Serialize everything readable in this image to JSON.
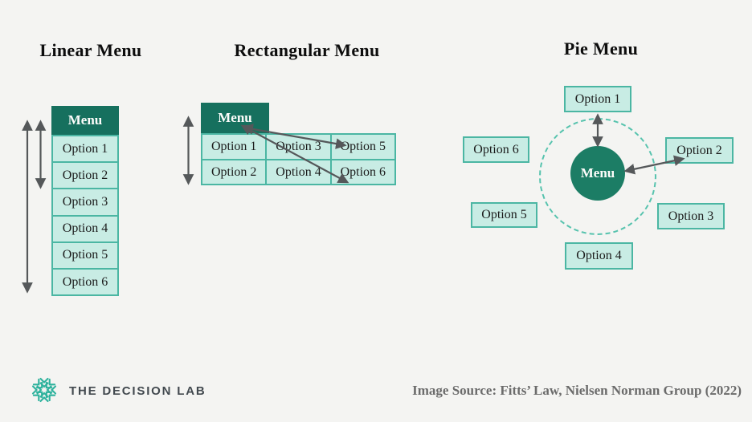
{
  "sections": {
    "linear": {
      "title": "Linear Menu",
      "menu_label": "Menu",
      "options": [
        "Option 1",
        "Option 2",
        "Option 3",
        "Option 4",
        "Option 5",
        "Option 6"
      ]
    },
    "rectangular": {
      "title": "Rectangular Menu",
      "menu_label": "Menu",
      "rows": [
        [
          "Option 1",
          "Option 3",
          "Option 5"
        ],
        [
          "Option 2",
          "Option 4",
          "Option 6"
        ]
      ]
    },
    "pie": {
      "title": "Pie Menu",
      "menu_label": "Menu",
      "options": [
        "Option 1",
        "Option 2",
        "Option 3",
        "Option 4",
        "Option 5",
        "Option 6"
      ]
    }
  },
  "footer": {
    "logo_text": "THE DECISION LAB",
    "source_text": "Image Source: Fitts’ Law, Nielsen Norman Group (2022)"
  },
  "colors": {
    "background": "#f4f4f2",
    "menu_header_teal": "#16705e",
    "pie_center_teal": "#1c7d65",
    "option_fill": "#c8ece4",
    "option_border": "#4bb6a3",
    "dashed_circle": "#57c3ae",
    "arrow_gray": "#55585a",
    "title_text": "#0d0d0d",
    "source_text_gray": "#6b6b6b",
    "logo_teal": "#2eb29d",
    "logo_text_gray": "#42494f"
  }
}
